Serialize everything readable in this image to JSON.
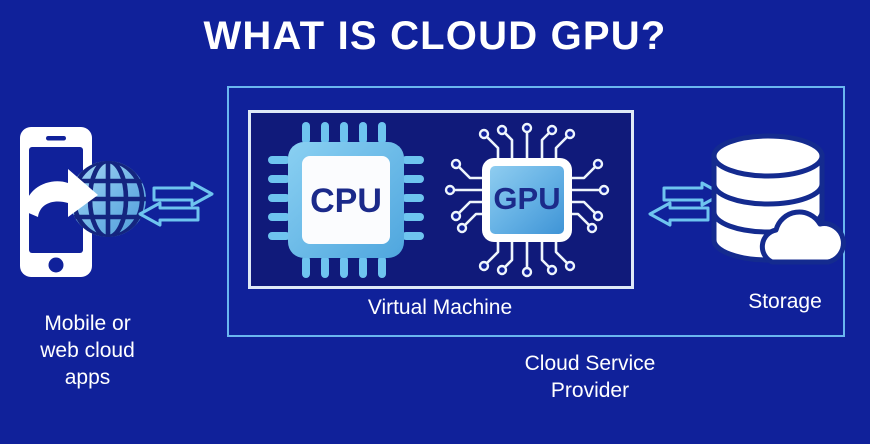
{
  "page": {
    "title": "WHAT IS CLOUD GPU?",
    "background_color": "#10219a"
  },
  "colors": {
    "background": "#10219a",
    "vm_panel": "#101a7a",
    "frame_outer": "#6ab6ef",
    "frame_inner": "#dfe9f6",
    "accent_light_blue": "#6ec4ef",
    "chip_text": "#1b2a8a",
    "white": "#ffffff",
    "globe_light": "#9fd2f2",
    "globe_mid": "#5fa9e0",
    "globe_line": "#1b2a8a"
  },
  "client": {
    "label": "Mobile or\nweb cloud\napps",
    "phone_icon": "smartphone-icon",
    "globe_icon": "globe-icon",
    "arrow_icon": "curved-arrow-icon"
  },
  "arrows": {
    "left": {
      "icon": "bidirectional-arrow-icon",
      "color": "#6ec4ef"
    },
    "right": {
      "icon": "bidirectional-arrow-icon",
      "color": "#6ec4ef"
    }
  },
  "provider": {
    "label": "Cloud Service\nProvider",
    "virtual_machine": {
      "label": "Virtual Machine",
      "cpu": {
        "text": "CPU",
        "icon": "cpu-chip-icon",
        "pins_per_side": 5
      },
      "gpu": {
        "text": "GPU",
        "icon": "gpu-chip-icon"
      }
    }
  },
  "storage": {
    "label": "Storage",
    "database_icon": "database-cylinder-icon",
    "cloud_icon": "cloud-icon",
    "disc_count": 3
  }
}
